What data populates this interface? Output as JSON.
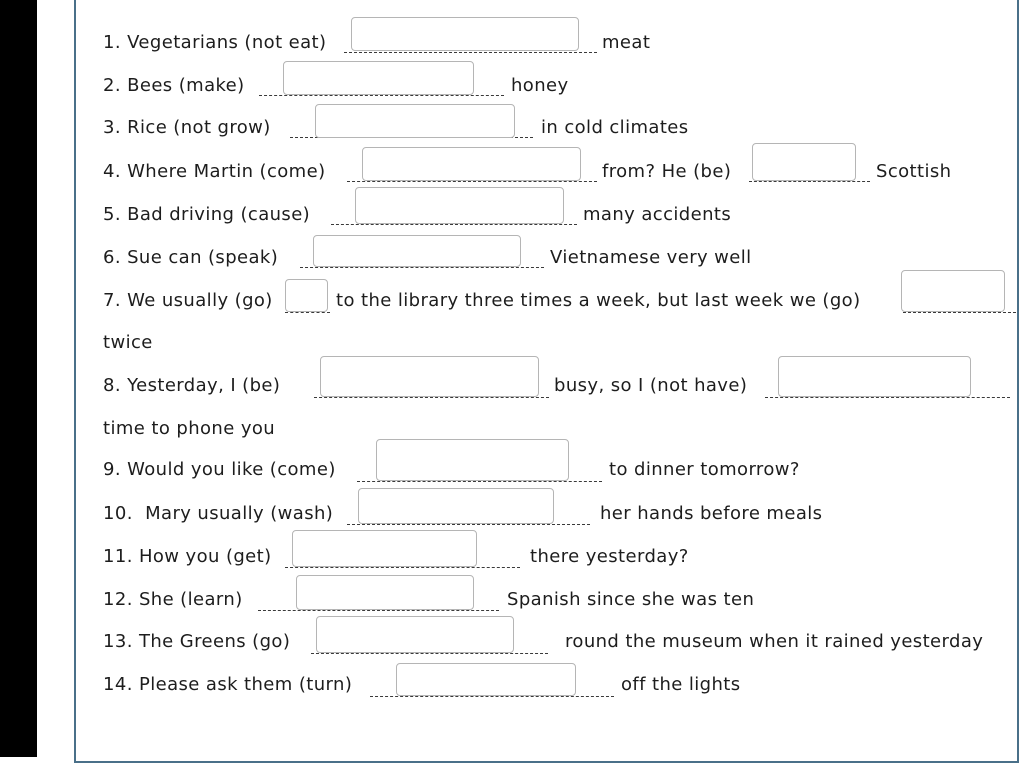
{
  "items": [
    {
      "number": "1.",
      "pre": "Vegetarians (not eat)",
      "post": "meat",
      "answer": ""
    },
    {
      "number": "2.",
      "pre": "Bees (make)",
      "post": "honey",
      "answer": ""
    },
    {
      "number": "3.",
      "pre": "Rice (not grow)",
      "post": "in cold climates",
      "answer": ""
    },
    {
      "number": "4.",
      "pre": "Where Martin (come)",
      "mid": "from? He (be)",
      "post": "Scottish",
      "answer": "",
      "answer2": ""
    },
    {
      "number": "5.",
      "pre": "Bad driving (cause)",
      "post": "many accidents",
      "answer": ""
    },
    {
      "number": "6.",
      "pre": "Sue can (speak)",
      "post": "Vietnamese very well",
      "answer": ""
    },
    {
      "number": "7.",
      "pre": "We usually (go)",
      "mid": "to the library three times a week, but last week we (go)",
      "post": "twice",
      "answer": "",
      "answer2": ""
    },
    {
      "number": "8.",
      "pre": "Yesterday, I (be)",
      "mid": "busy, so I (not have)",
      "post": "time to phone you",
      "answer": "",
      "answer2": ""
    },
    {
      "number": "9.",
      "pre": "Would you like (come)",
      "post": "to dinner tomorrow?",
      "answer": ""
    },
    {
      "number": "10.",
      "pre": "Mary usually (wash)",
      "post": "her hands before meals",
      "answer": ""
    },
    {
      "number": "11.",
      "pre": "How you (get)",
      "post": "there yesterday?",
      "answer": ""
    },
    {
      "number": "12.",
      "pre": "She (learn)",
      "post": "Spanish since she was ten",
      "answer": ""
    },
    {
      "number": "13.",
      "pre": "The Greens (go)",
      "post": "round the museum when it rained yesterday",
      "answer": ""
    },
    {
      "number": "14.",
      "pre": "Please ask them (turn)",
      "post": "off the lights",
      "answer": ""
    }
  ]
}
